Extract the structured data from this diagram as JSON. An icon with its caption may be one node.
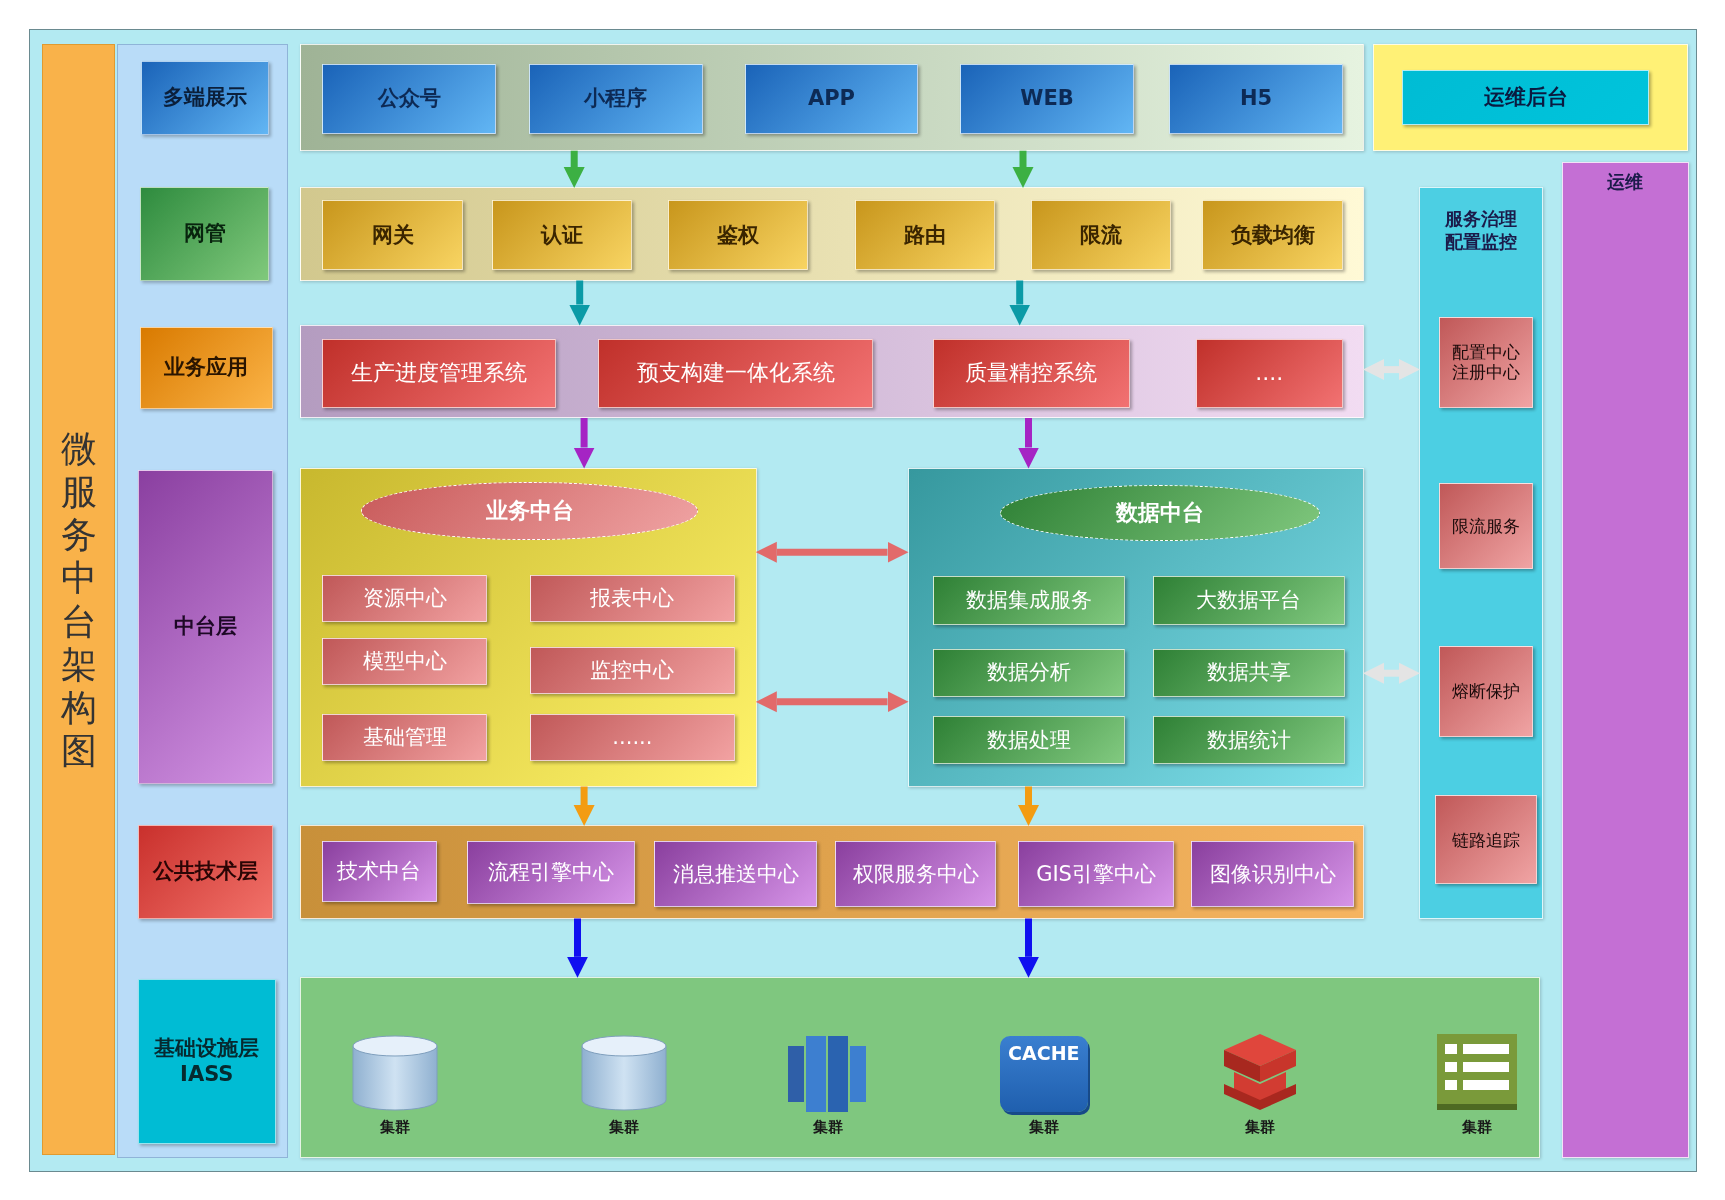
{
  "diagram": {
    "nodes": [
      {
        "text": [
          "微服务中台架构图"
        ]
      },
      {
        "text": [
          "多端展示"
        ]
      },
      {
        "text": [
          "网管"
        ]
      },
      {
        "text": [
          "业务应用"
        ]
      },
      {
        "text": [
          "中台层"
        ]
      },
      {
        "text": [
          "公共技术层"
        ]
      },
      {
        "text": [
          "基础设施层 IASS"
        ]
      },
      {
        "text": [],
        "shape": "box"
      },
      {
        "text": [
          "公众号"
        ],
        "in": 7
      },
      {
        "text": [
          "小程序"
        ],
        "in": 7
      },
      {
        "text": [
          "APP"
        ],
        "in": 7
      },
      {
        "text": [
          "WEB"
        ],
        "in": 7
      },
      {
        "text": [
          "H5"
        ],
        "in": 7
      },
      {
        "text": [],
        "shape": "box"
      },
      {
        "text": [
          "运维后台"
        ],
        "in": 13
      },
      {
        "text": [],
        "shape": "box"
      },
      {
        "text": [
          "网关"
        ],
        "in": 15
      },
      {
        "text": [
          "认证"
        ],
        "in": 15
      },
      {
        "text": [
          "鉴权"
        ],
        "in": 15
      },
      {
        "text": [
          "路由"
        ],
        "in": 15
      },
      {
        "text": [
          "限流"
        ],
        "in": 15
      },
      {
        "text": [
          "负载均衡"
        ],
        "in": 15
      },
      {
        "text": [],
        "shape": "box"
      },
      {
        "text": [
          "生产进度管理系统"
        ],
        "in": 22
      },
      {
        "text": [
          "预支构建一体化系统"
        ],
        "in": 22
      },
      {
        "text": [
          "质量精控系统"
        ],
        "in": 22
      },
      {
        "text": [
          "...."
        ],
        "in": 22
      },
      {
        "text": [],
        "shape": "box"
      },
      {
        "text": [
          "业务中台"
        ],
        "in": 27
      },
      {
        "text": [
          "资源中心"
        ],
        "in": 27
      },
      {
        "text": [
          "报表中心"
        ],
        "in": 27
      },
      {
        "text": [
          "模型中心"
        ],
        "in": 27
      },
      {
        "text": [
          "监控中心"
        ],
        "in": 27
      },
      {
        "text": [
          "基础管理"
        ],
        "in": 27
      },
      {
        "text": [
          "......"
        ],
        "in": 27
      },
      {
        "text": [],
        "shape": "box"
      },
      {
        "text": [
          "数据中台"
        ],
        "in": 35
      },
      {
        "text": [
          "数据集成服务"
        ],
        "in": 35
      },
      {
        "text": [
          "大数据平台"
        ],
        "in": 35
      },
      {
        "text": [
          "数据分析"
        ],
        "in": 35
      },
      {
        "text": [
          "数据共享"
        ],
        "in": 35
      },
      {
        "text": [
          "数据处理"
        ],
        "in": 35
      },
      {
        "text": [
          "数据统计"
        ],
        "in": 35
      },
      {
        "text": [
          "服务治理配置监控"
        ]
      },
      {
        "text": [
          "配置中心注册中心"
        ],
        "in": 43
      },
      {
        "text": [
          "限流服务"
        ],
        "in": 43
      },
      {
        "text": [
          "熔断保护"
        ],
        "in": 43
      },
      {
        "text": [
          "链路追踪"
        ],
        "in": 43
      },
      {
        "text": [],
        "shape": "box"
      },
      {
        "text": [
          "技术中台"
        ],
        "in": 48
      },
      {
        "text": [
          "流程引擎中心"
        ],
        "in": 48
      },
      {
        "text": [
          "消息推送中心"
        ],
        "in": 48
      },
      {
        "text": [
          "权限服务中心"
        ],
        "in": 48
      },
      {
        "text": [
          "GIS引擎中心"
        ],
        "in": 48
      },
      {
        "text": [
          "图像识别中心"
        ],
        "in": 48
      },
      {
        "text": [],
        "shape": "box"
      },
      {
        "text": [
          "集群"
        ],
        "in": 55
      },
      {
        "text": [
          "集群"
        ],
        "in": 55
      },
      {
        "text": [
          "集群"
        ],
        "in": 55
      },
      {
        "text": [
          "集群"
        ],
        "in": 55
      },
      {
        "text": [
          "集群"
        ],
        "in": 55
      },
      {
        "text": [
          "集群"
        ],
        "in": 55
      },
      {
        "text": [
          "运维"
        ]
      }
    ],
    "edges": [
      {
        "from": 7,
        "to": 15,
        "arrow": "to",
        "color": "#3cb043"
      },
      {
        "from": 7,
        "to": 15,
        "arrow": "to",
        "color": "#3cb043"
      },
      {
        "from": 15,
        "to": 22,
        "arrow": "to",
        "color": "#0b9aa6"
      },
      {
        "from": 15,
        "to": 22,
        "arrow": "to",
        "color": "#0b9aa6"
      },
      {
        "from": 22,
        "to": 27,
        "arrow": "to",
        "color": "#a524c4"
      },
      {
        "from": 22,
        "to": 35,
        "arrow": "to",
        "color": "#a524c4"
      },
      {
        "from": 27,
        "to": 35,
        "arrow": "both",
        "color": "#e26a6a"
      },
      {
        "from": 27,
        "to": 35,
        "arrow": "both",
        "color": "#e26a6a"
      },
      {
        "from": 27,
        "to": 48,
        "arrow": "to",
        "color": "#f39c12"
      },
      {
        "from": 35,
        "to": 48,
        "arrow": "to",
        "color": "#f39c12"
      },
      {
        "from": 48,
        "to": 55,
        "arrow": "to",
        "color": "#1010f0"
      },
      {
        "from": 48,
        "to": 55,
        "arrow": "to",
        "color": "#1010f0"
      },
      {
        "from": 43,
        "to": 22,
        "arrow": "both",
        "color": "#e4e4e4"
      },
      {
        "from": 43,
        "to": 35,
        "arrow": "both",
        "color": "#e4e4e4"
      }
    ],
    "labels": [
      "CACHE"
    ]
  }
}
